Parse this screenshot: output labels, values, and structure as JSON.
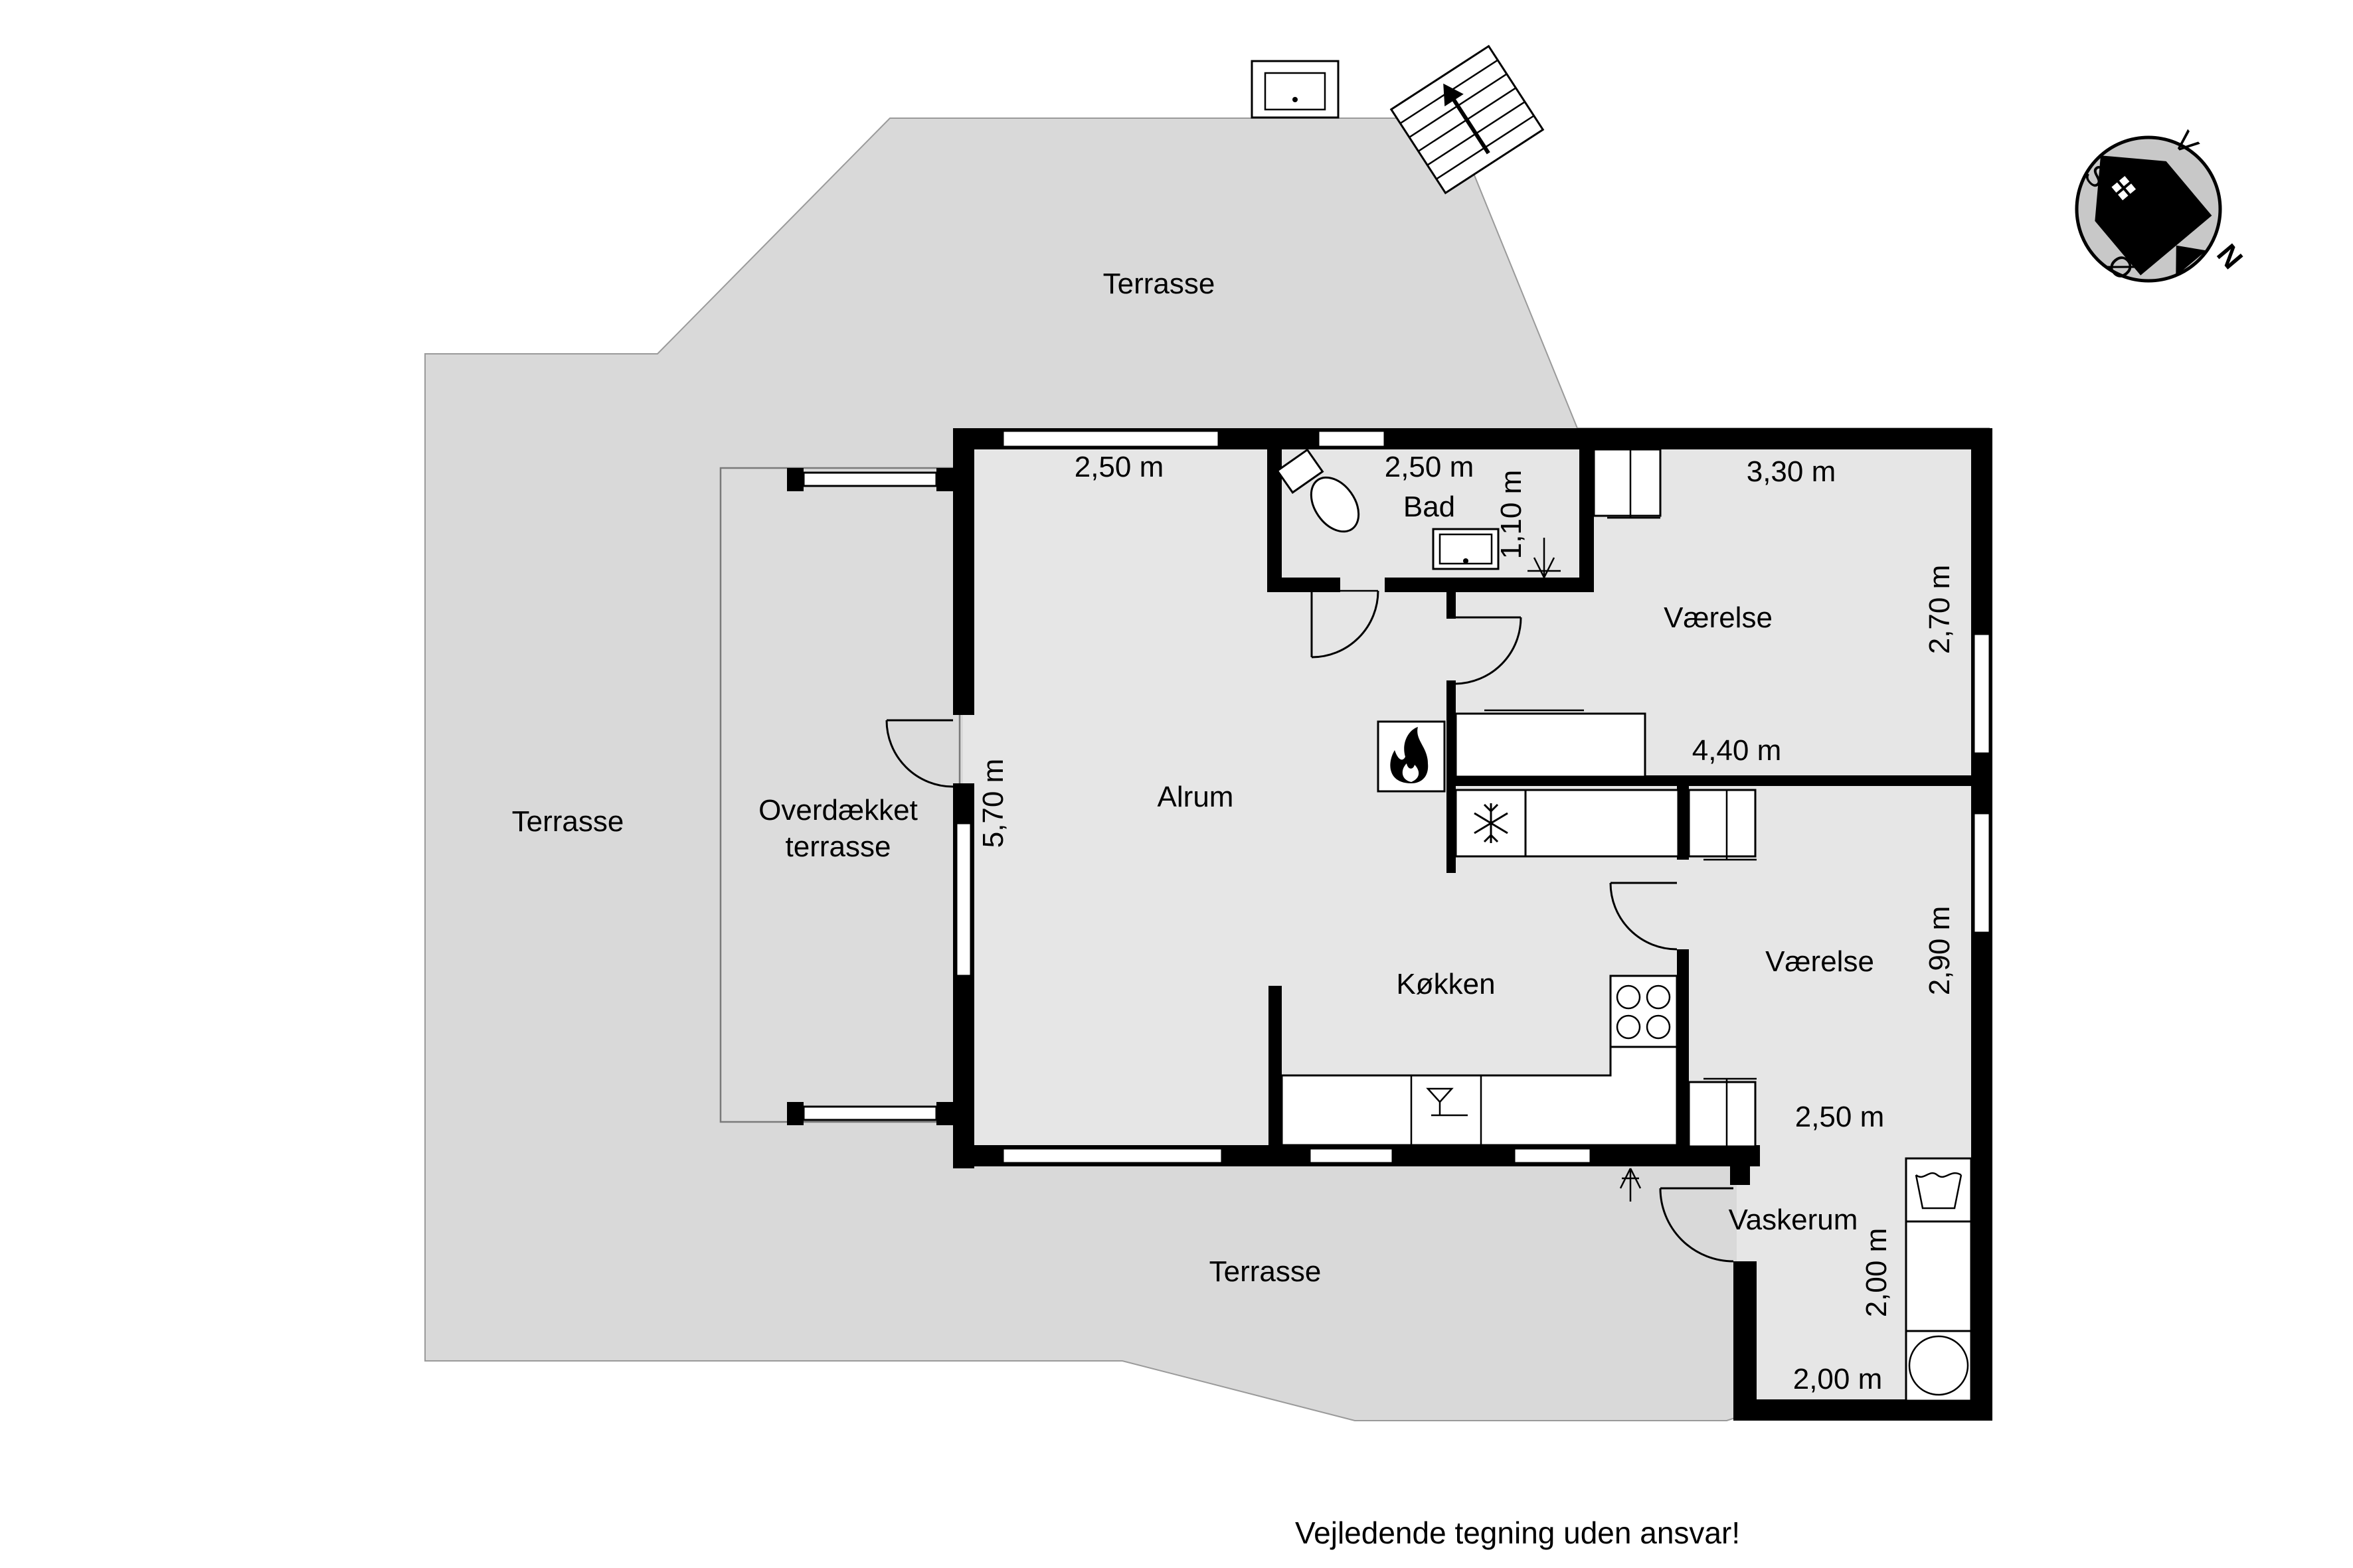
{
  "rooms": {
    "terrace_top": "Terrasse",
    "terrace_left": "Terrasse",
    "terrace_bottom": "Terrasse",
    "covered_terrace_line1": "Overdækket",
    "covered_terrace_line2": "terrasse",
    "living": "Alrum",
    "bath": "Bad",
    "bedroom_top": "Værelse",
    "bedroom_bottom": "Værelse",
    "kitchen": "Køkken",
    "utility": "Vaskerum"
  },
  "dimensions": {
    "living_width": "2,50 m",
    "living_height": "5,70 m",
    "bath_width": "2,50 m",
    "bath_depth": "1,10 m",
    "bedroom_top_width": "3,30 m",
    "bedroom_top_height": "2,70 m",
    "bedroom_top_bottom": "4,40 m",
    "bedroom_bottom_height": "2,90 m",
    "bedroom_bottom_width": "2,50 m",
    "utility_height": "2,00 m",
    "utility_width": "2,00 m"
  },
  "compass": {
    "north": "N",
    "south": "S",
    "east": "Ø",
    "west": "V"
  },
  "disclaimer": "Vejledende tegning uden ansvar!",
  "icons": [
    "toilet-icon",
    "sink-icon",
    "fireplace-icon",
    "freezer-icon",
    "stove-icon",
    "kitchen-sink-icon",
    "washer-icon",
    "dryer-icon",
    "drain-icon",
    "stairs-arrow-icon",
    "compass-icon"
  ],
  "colors": {
    "terrace": "#d9d9d9",
    "interior": "#e6e6e6",
    "wall": "#000000"
  }
}
